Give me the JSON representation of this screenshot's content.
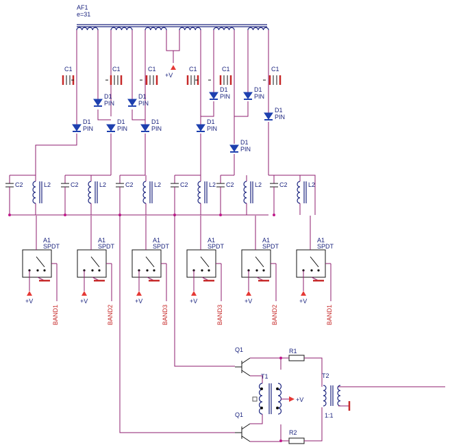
{
  "transformer_af1": {
    "ref": "AF1",
    "ratio": "e=31"
  },
  "labels": {
    "cap_c1": "C1",
    "cap_c2": "C2",
    "inductor_l2": "L2",
    "diode_ref": "D1",
    "diode_type": "PIN",
    "switch_ref": "A1",
    "switch_type": "SPDT",
    "supply": "+V",
    "transistor_q1": "Q1",
    "transformer_t1": "T1",
    "transformer_t2": "T2",
    "t2_ratio": "1:1",
    "resistor_r1": "R1",
    "resistor_r2": "R2"
  },
  "bands": [
    "BAND1",
    "BAND2",
    "BAND3",
    "BAND3",
    "BAND2",
    "BAND1"
  ],
  "colors": {
    "wire": "#8e1b6e",
    "net_label": "#c62828",
    "component": "#1a237e",
    "diode": "#1e40af"
  }
}
